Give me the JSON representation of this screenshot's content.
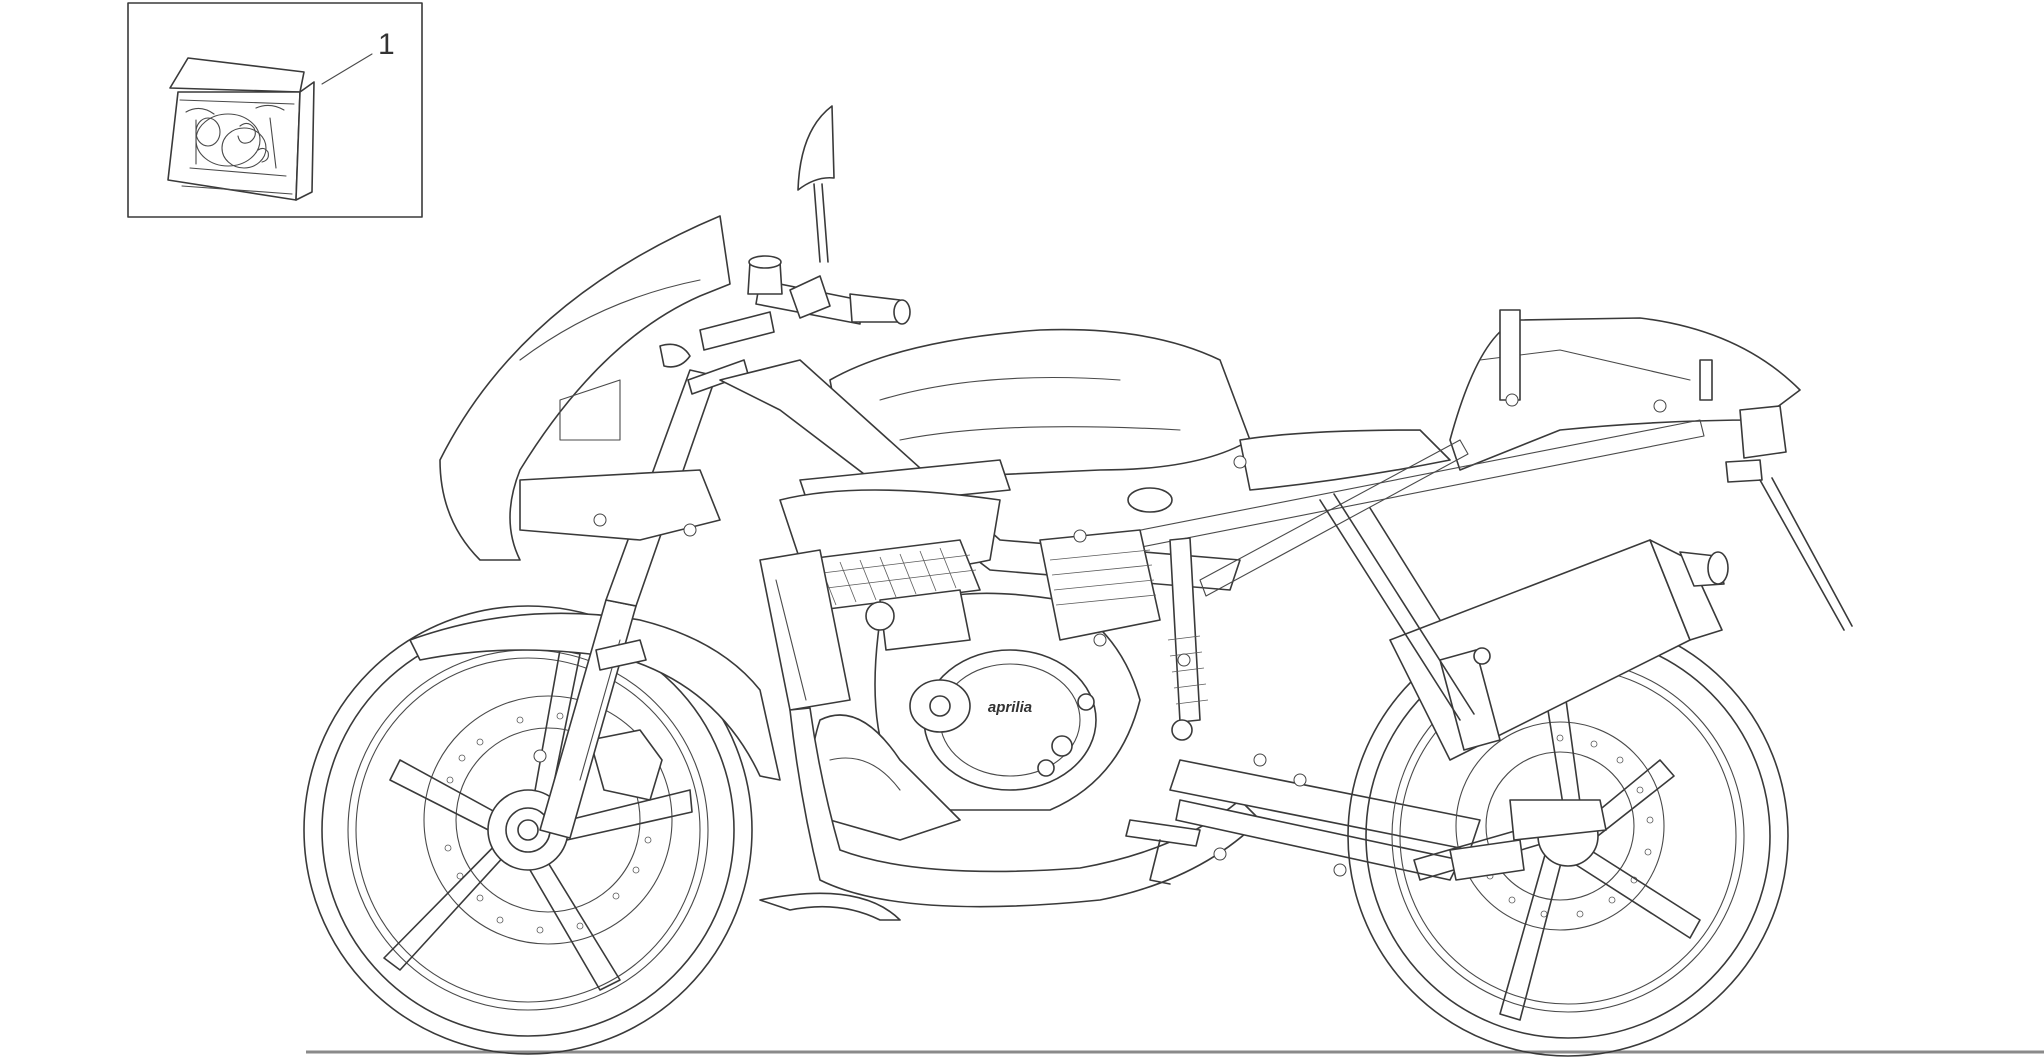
{
  "diagram": {
    "callouts": [
      {
        "number": "1",
        "part": "decal-kit"
      }
    ],
    "engine_badge": "aprilia",
    "colors": {
      "ink": "#3a3a3a",
      "background": "#ffffff"
    }
  }
}
